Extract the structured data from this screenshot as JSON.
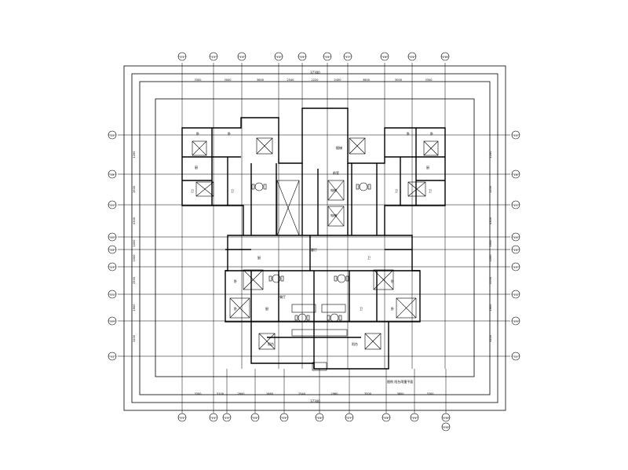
{
  "drawing": {
    "overall_dimension": "37300",
    "scale_note": "图例 阳台雨篷平面",
    "top_spacings": [
      "3300",
      "3000",
      "3600",
      "2540",
      "2220",
      "2450",
      "3600",
      "3000",
      "3300"
    ],
    "bottom_spacings": [
      "3300",
      "5200",
      "2600",
      "2660",
      "2540",
      "2960",
      "3500",
      "3600",
      "3300"
    ],
    "left_spacings": [
      "1260",
      "1500",
      "4300",
      "1000",
      "1000",
      "2500",
      "1900",
      "3100",
      "3000"
    ],
    "top_axis_labels": [
      "1-1",
      "1-2",
      "1-3",
      "1-4",
      "1-5",
      "1-6",
      "1-7",
      "1-8",
      "1-9",
      "1-10"
    ],
    "bottom_axis_labels": [
      "1-1",
      "1-2",
      "1-3",
      "1-4",
      "1-5",
      "1-6",
      "1-7",
      "1-8",
      "1-9",
      "1-10",
      "1-11"
    ],
    "left_axis_labels": [
      "1-A",
      "1-B",
      "1-C",
      "1-D",
      "1-E",
      "1-F",
      "1-G",
      "1-H",
      "1-J"
    ],
    "right_axis_labels": [
      "1-A",
      "1-B",
      "1-C",
      "1-D",
      "1-E",
      "1-F",
      "1-G",
      "1-H",
      "1-J"
    ],
    "room_labels": [
      "卧",
      "卧",
      "厨",
      "卫",
      "卫",
      "客厅",
      "餐厅",
      "阳台",
      "电梯",
      "电梯",
      "前室",
      "楼梯",
      "卧",
      "卧",
      "厨",
      "卫",
      "卫",
      "阳台",
      "卧",
      "卧",
      "厨",
      "卫",
      "卧",
      "卧",
      "厨",
      "卫"
    ]
  }
}
